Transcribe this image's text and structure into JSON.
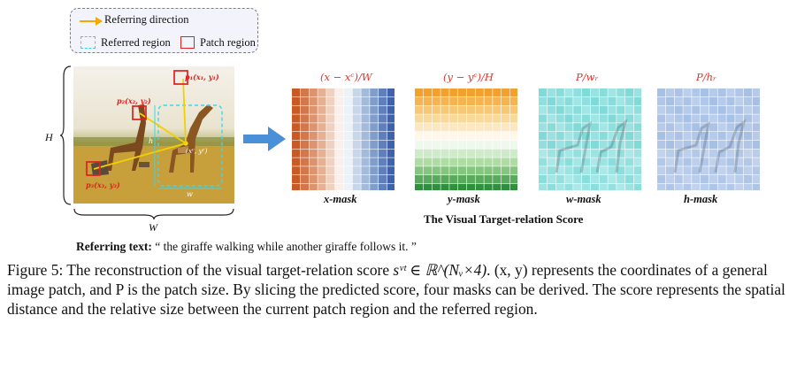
{
  "legend": {
    "referring_direction": "Referring direction",
    "referred_region": "Referred region",
    "patch_region": "Patch region"
  },
  "photo": {
    "p1": "p₁(x₁, y₁)",
    "p2": "p₂(x₂, y₂)",
    "p3": "p₃(x₃, y₃)",
    "center": "(xᶜ, yᶜ)",
    "h_label": "h",
    "w_label": "w"
  },
  "dims": {
    "height": "H",
    "width": "W"
  },
  "masks": [
    {
      "title": "(x − xᶜ)/W",
      "label": "x-mask",
      "colors": [
        "#c85a28",
        "#e4a888",
        "#ffffff",
        "#9ab3d6",
        "#4062a8"
      ]
    },
    {
      "title": "(y − yᶜ)/H",
      "label": "y-mask",
      "colors": [
        "#f2a12e",
        "#f7d58e",
        "#ffffff",
        "#a6d99a",
        "#2e8f3c"
      ]
    },
    {
      "title": "P/wᵣ",
      "label": "w-mask",
      "colors": [
        "#7fdad8",
        "#b8ecec"
      ]
    },
    {
      "title": "P/hᵣ",
      "label": "h-mask",
      "colors": [
        "#a7c0e6",
        "#c9d7ef"
      ]
    }
  ],
  "score_title": "The Visual Target-relation Score",
  "referring": {
    "label": "Referring text:",
    "text": " “ the giraffe walking while another giraffe follows it. ”"
  },
  "caption": {
    "prefix": "Figure 5: The reconstruction of the visual target-relation score ",
    "math": "sᵛᵗ ∈ ℝ^(Nᵥ×4)",
    "suffix": ". (x, y) represents the coordinates of a general image patch, and P is the patch size. By slicing the predicted score, four masks can be derived. The score represents the spatial distance and the relative size between the current patch region and the referred region."
  }
}
